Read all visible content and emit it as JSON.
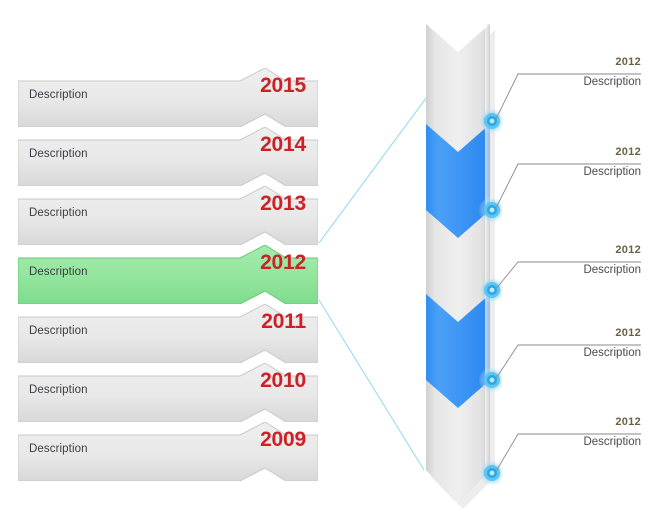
{
  "theme": {
    "year_red": "#cc2127",
    "highlight_green": "#8fe398",
    "panel_gray_top": "#ececec",
    "panel_gray_bottom": "#dcdcdc",
    "ribbon_blue": "#3d95f5",
    "connector_blue": "#9ad9f5",
    "callout_year_color": "#6b6243",
    "text_color": "#3c3c46"
  },
  "left_panel": {
    "name": "year-stack",
    "selected_year": "2012",
    "rows": [
      {
        "year": "2015",
        "description": "Description",
        "selected": false
      },
      {
        "year": "2014",
        "description": "Description",
        "selected": false
      },
      {
        "year": "2013",
        "description": "Description",
        "selected": false
      },
      {
        "year": "2012",
        "description": "Description",
        "selected": true
      },
      {
        "year": "2011",
        "description": "Description",
        "selected": false
      },
      {
        "year": "2010",
        "description": "Description",
        "selected": false
      },
      {
        "year": "2009",
        "description": "Description",
        "selected": false
      }
    ]
  },
  "right_panel": {
    "name": "ribbon-timeline",
    "callouts": [
      {
        "year": "2012",
        "description": "Description"
      },
      {
        "year": "2012",
        "description": "Description"
      },
      {
        "year": "2012",
        "description": "Description"
      },
      {
        "year": "2012",
        "description": "Description"
      },
      {
        "year": "2012",
        "description": "Description"
      }
    ]
  }
}
